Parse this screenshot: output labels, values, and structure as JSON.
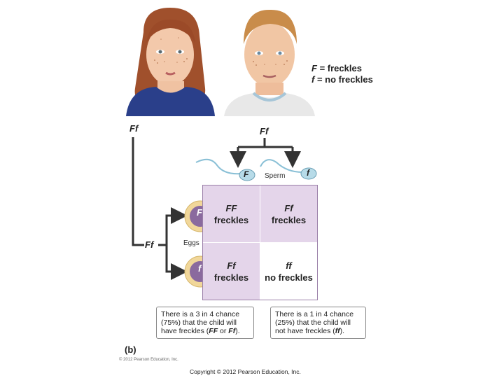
{
  "legend": {
    "dominant_symbol": "F",
    "dominant_text": "= freckles",
    "recessive_symbol": "f",
    "recessive_text": "= no freckles"
  },
  "mother_genotype": "Ff",
  "father_genotype": "Ff",
  "eggs_genotype": "Ff",
  "sperm_label": "Sperm",
  "eggs_label": "Eggs",
  "sperm_alleles": [
    "F",
    "f"
  ],
  "egg_alleles": [
    "F",
    "f"
  ],
  "punnett": [
    {
      "genotype": "FF",
      "phenotype": "freckles"
    },
    {
      "genotype": "Ff",
      "phenotype": "freckles"
    },
    {
      "genotype": "Ff",
      "phenotype": "freckles"
    },
    {
      "genotype": "ff",
      "phenotype": "no freckles"
    }
  ],
  "notes": {
    "left_1": "There is a 3 in 4 chance",
    "left_2": "(75%) that the child will",
    "left_3a": "have freckles (",
    "left_3b": "FF",
    "left_3c": " or ",
    "left_3d": "Ff",
    "left_3e": ").",
    "right_1": "There is a 1 in 4 chance",
    "right_2": "(25%) that the child will",
    "right_3a": "not have freckles (",
    "right_3b": "ff",
    "right_3c": ")."
  },
  "panel_label": "(b)",
  "small_credit": "© 2012 Pearson Education, Inc.",
  "copyright": "Copyright © 2012 Pearson Education, Inc.",
  "colors": {
    "punnett_fill": "#e4d5ea",
    "egg_outer": "#f1d79a",
    "egg_inner": "#8a6a9e",
    "sperm_color": "#b7dbe8"
  }
}
